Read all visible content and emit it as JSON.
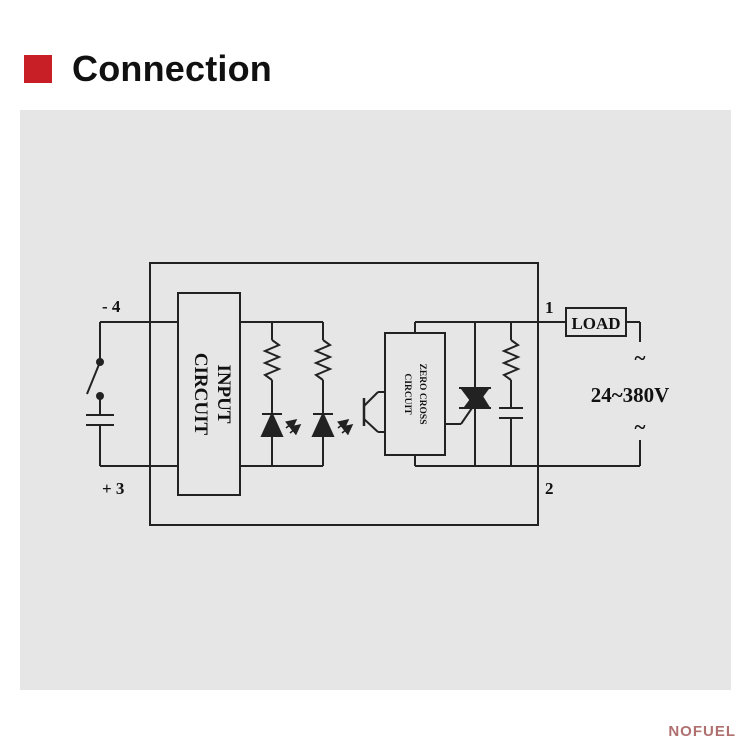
{
  "header": {
    "title": "Connection"
  },
  "diagram": {
    "terminal_minus": "- 4",
    "terminal_plus": "+ 3",
    "terminal_1": "1",
    "terminal_2": "2",
    "input_block": [
      "INPUT",
      "CIRCUIT"
    ],
    "zero_cross_block": [
      "ZERO CROSS",
      "CIRCUIT"
    ],
    "load_label": "LOAD",
    "voltage_label": "24~380V",
    "ac_symbol": "~"
  },
  "brand": "NOFUEL",
  "colors": {
    "accent": "#c81e26",
    "panel": "#e6e6e6",
    "line": "#222222",
    "brand": "#b07070"
  }
}
